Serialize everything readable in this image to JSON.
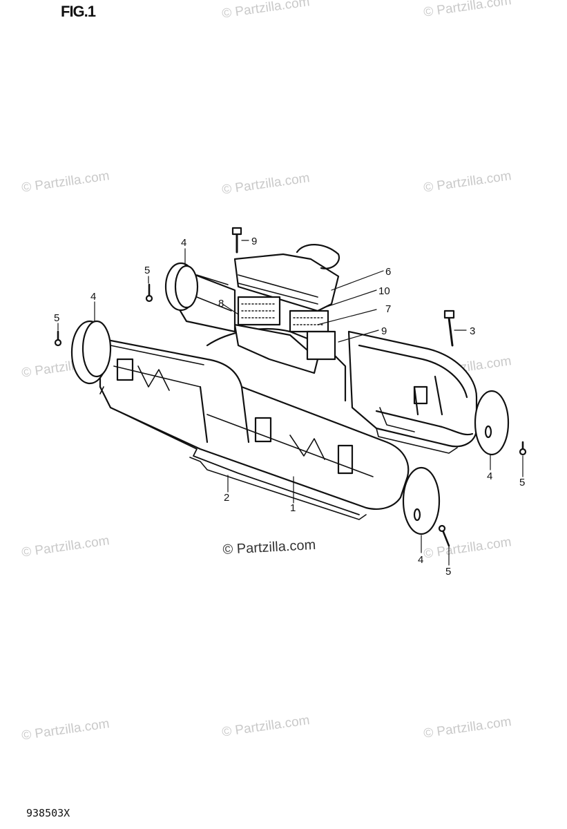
{
  "figure": {
    "title": "FIG.1",
    "code": "938503X"
  },
  "watermarks": [
    "© Partzilla.com",
    "© Partzilla.com",
    "© Partzilla.com",
    "© Partzilla.com",
    "© Partzilla.com",
    "© Partzilla.com",
    "© Partzilla.com",
    "© Partzilla.com",
    "© Partzilla.com",
    "© Partzilla.com",
    "© Partzilla.com",
    "© Partzilla.com",
    "© Partzilla.com"
  ],
  "callouts": [
    "1",
    "2",
    "3",
    "4",
    "4",
    "4",
    "4",
    "5",
    "5",
    "5",
    "5",
    "6",
    "7",
    "8",
    "9",
    "9",
    "10"
  ],
  "colors": {
    "ink": "#111111",
    "watermark": "#c9c9c9",
    "background": "#ffffff"
  }
}
